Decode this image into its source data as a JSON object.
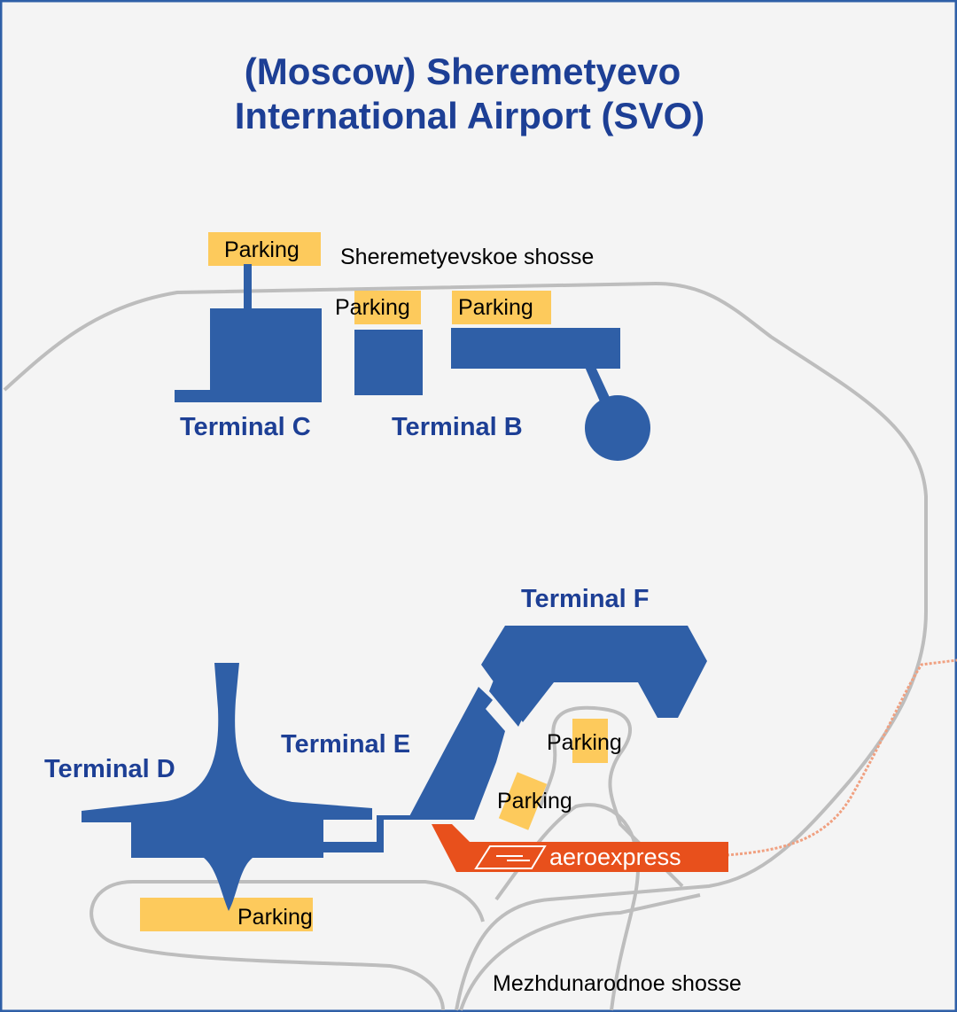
{
  "title": {
    "line1": "(Moscow) Sheremetyevo",
    "line2": "International Airport (SVO)"
  },
  "terminals": {
    "c": "Terminal C",
    "b": "Terminal B",
    "f": "Terminal F",
    "e": "Terminal E",
    "d": "Terminal D"
  },
  "parking_label": "Parking",
  "roads": {
    "north": "Sheremetyevskoe shosse",
    "south": "Mezhdunarodnoe shosse"
  },
  "rail": {
    "label": "aeroexpress",
    "color": "#e8501c"
  },
  "colors": {
    "building": "#2f5fa7",
    "parking": "#fdca5c",
    "road": "#bdbdbd",
    "label": "#1d3f95"
  }
}
